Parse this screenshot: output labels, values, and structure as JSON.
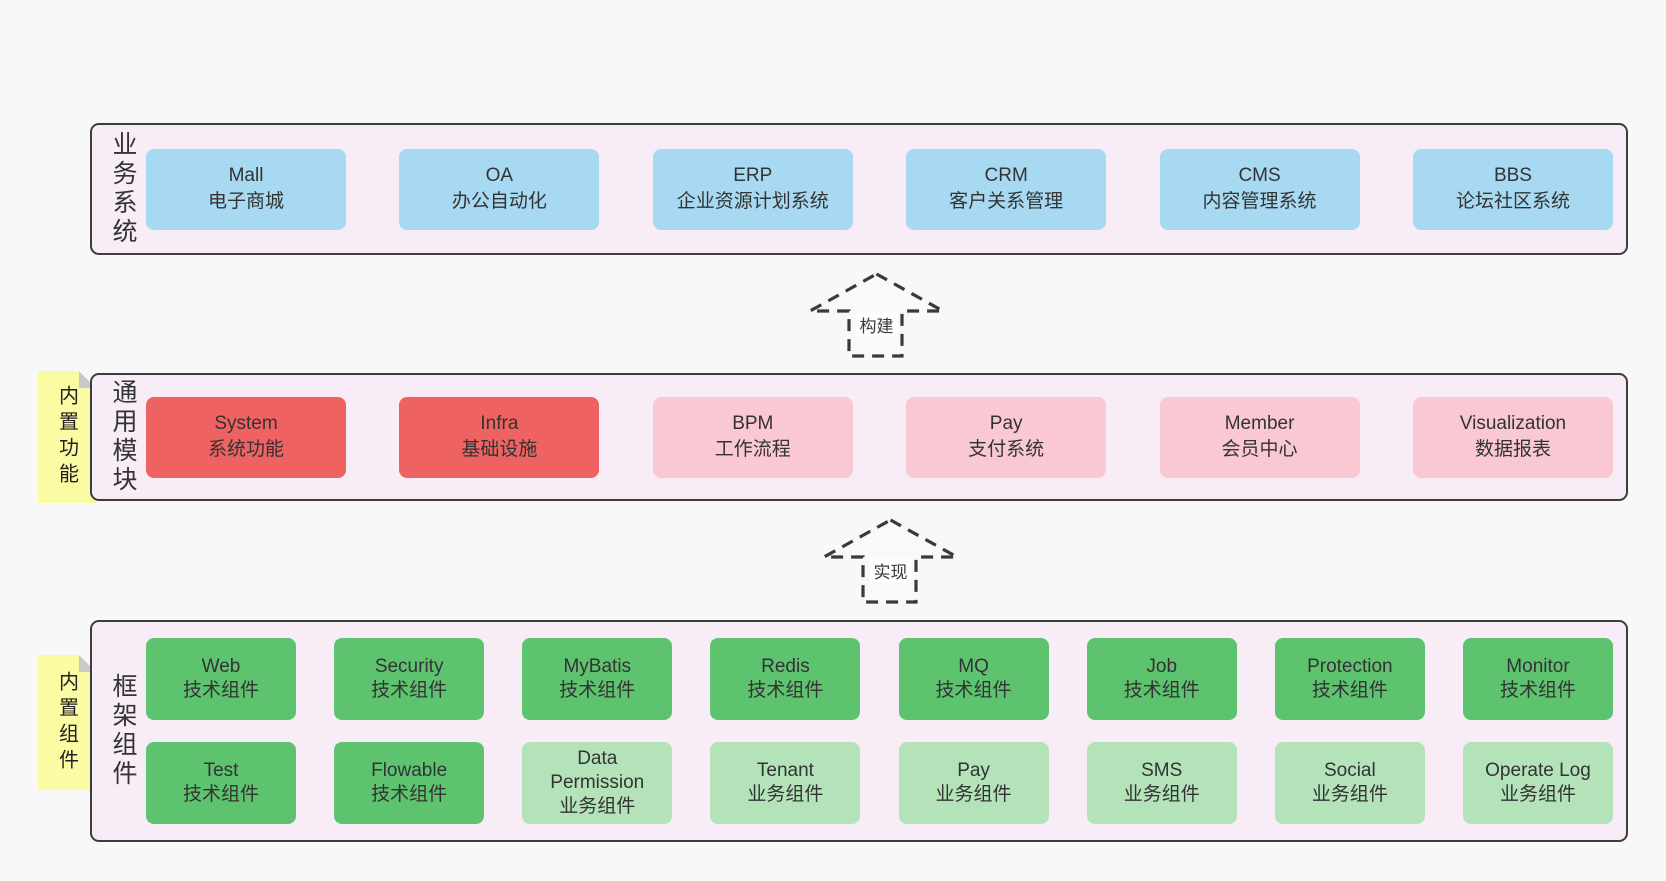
{
  "colors": {
    "blue": "#a8d9f2",
    "red": "#ef6262",
    "pink": "#f9c8d3",
    "green": "#5ec36f",
    "lightgreen": "#b4e3ba",
    "band_background": "#f8edf7",
    "band_border": "#3d3d3d",
    "tab_yellow": "#fbfba3",
    "tab_fold_gray": "#c9c9c9",
    "page_background": "#f8f8f8"
  },
  "tabs": [
    {
      "label": "内置功能"
    },
    {
      "label": "内置组件"
    }
  ],
  "arrows": [
    {
      "label": "构建"
    },
    {
      "label": "实现"
    }
  ],
  "bands": [
    {
      "label": "业务系统",
      "rows": [
        [
          {
            "name": "Mall",
            "desc": "电子商城",
            "type": "blue"
          },
          {
            "name": "OA",
            "desc": "办公自动化",
            "type": "blue"
          },
          {
            "name": "ERP",
            "desc": "企业资源计划系统",
            "type": "blue"
          },
          {
            "name": "CRM",
            "desc": "客户关系管理",
            "type": "blue"
          },
          {
            "name": "CMS",
            "desc": "内容管理系统",
            "type": "blue"
          },
          {
            "name": "BBS",
            "desc": "论坛社区系统",
            "type": "blue"
          }
        ]
      ]
    },
    {
      "label": "通用模块",
      "rows": [
        [
          {
            "name": "System",
            "desc": "系统功能",
            "type": "red"
          },
          {
            "name": "Infra",
            "desc": "基础设施",
            "type": "red"
          },
          {
            "name": "BPM",
            "desc": "工作流程",
            "type": "pink"
          },
          {
            "name": "Pay",
            "desc": "支付系统",
            "type": "pink"
          },
          {
            "name": "Member",
            "desc": "会员中心",
            "type": "pink"
          },
          {
            "name": "Visualization",
            "desc": "数据报表",
            "type": "pink"
          }
        ]
      ]
    },
    {
      "label": "框架组件",
      "rows": [
        [
          {
            "name": "Web",
            "desc": "技术组件",
            "type": "green"
          },
          {
            "name": "Security",
            "desc": "技术组件",
            "type": "green"
          },
          {
            "name": "MyBatis",
            "desc": "技术组件",
            "type": "green"
          },
          {
            "name": "Redis",
            "desc": "技术组件",
            "type": "green"
          },
          {
            "name": "MQ",
            "desc": "技术组件",
            "type": "green"
          },
          {
            "name": "Job",
            "desc": "技术组件",
            "type": "green"
          },
          {
            "name": "Protection",
            "desc": "技术组件",
            "type": "green"
          },
          {
            "name": "Monitor",
            "desc": "技术组件",
            "type": "green"
          }
        ],
        [
          {
            "name": "Test",
            "desc": "技术组件",
            "type": "green"
          },
          {
            "name": "Flowable",
            "desc": "技术组件",
            "type": "green"
          },
          {
            "name": "Data Permission",
            "desc": "业务组件",
            "type": "lightgreen"
          },
          {
            "name": "Tenant",
            "desc": "业务组件",
            "type": "lightgreen"
          },
          {
            "name": "Pay",
            "desc": "业务组件",
            "type": "lightgreen"
          },
          {
            "name": "SMS",
            "desc": "业务组件",
            "type": "lightgreen"
          },
          {
            "name": "Social",
            "desc": "业务组件",
            "type": "lightgreen"
          },
          {
            "name": "Operate Log",
            "desc": "业务组件",
            "type": "lightgreen"
          }
        ]
      ]
    }
  ]
}
